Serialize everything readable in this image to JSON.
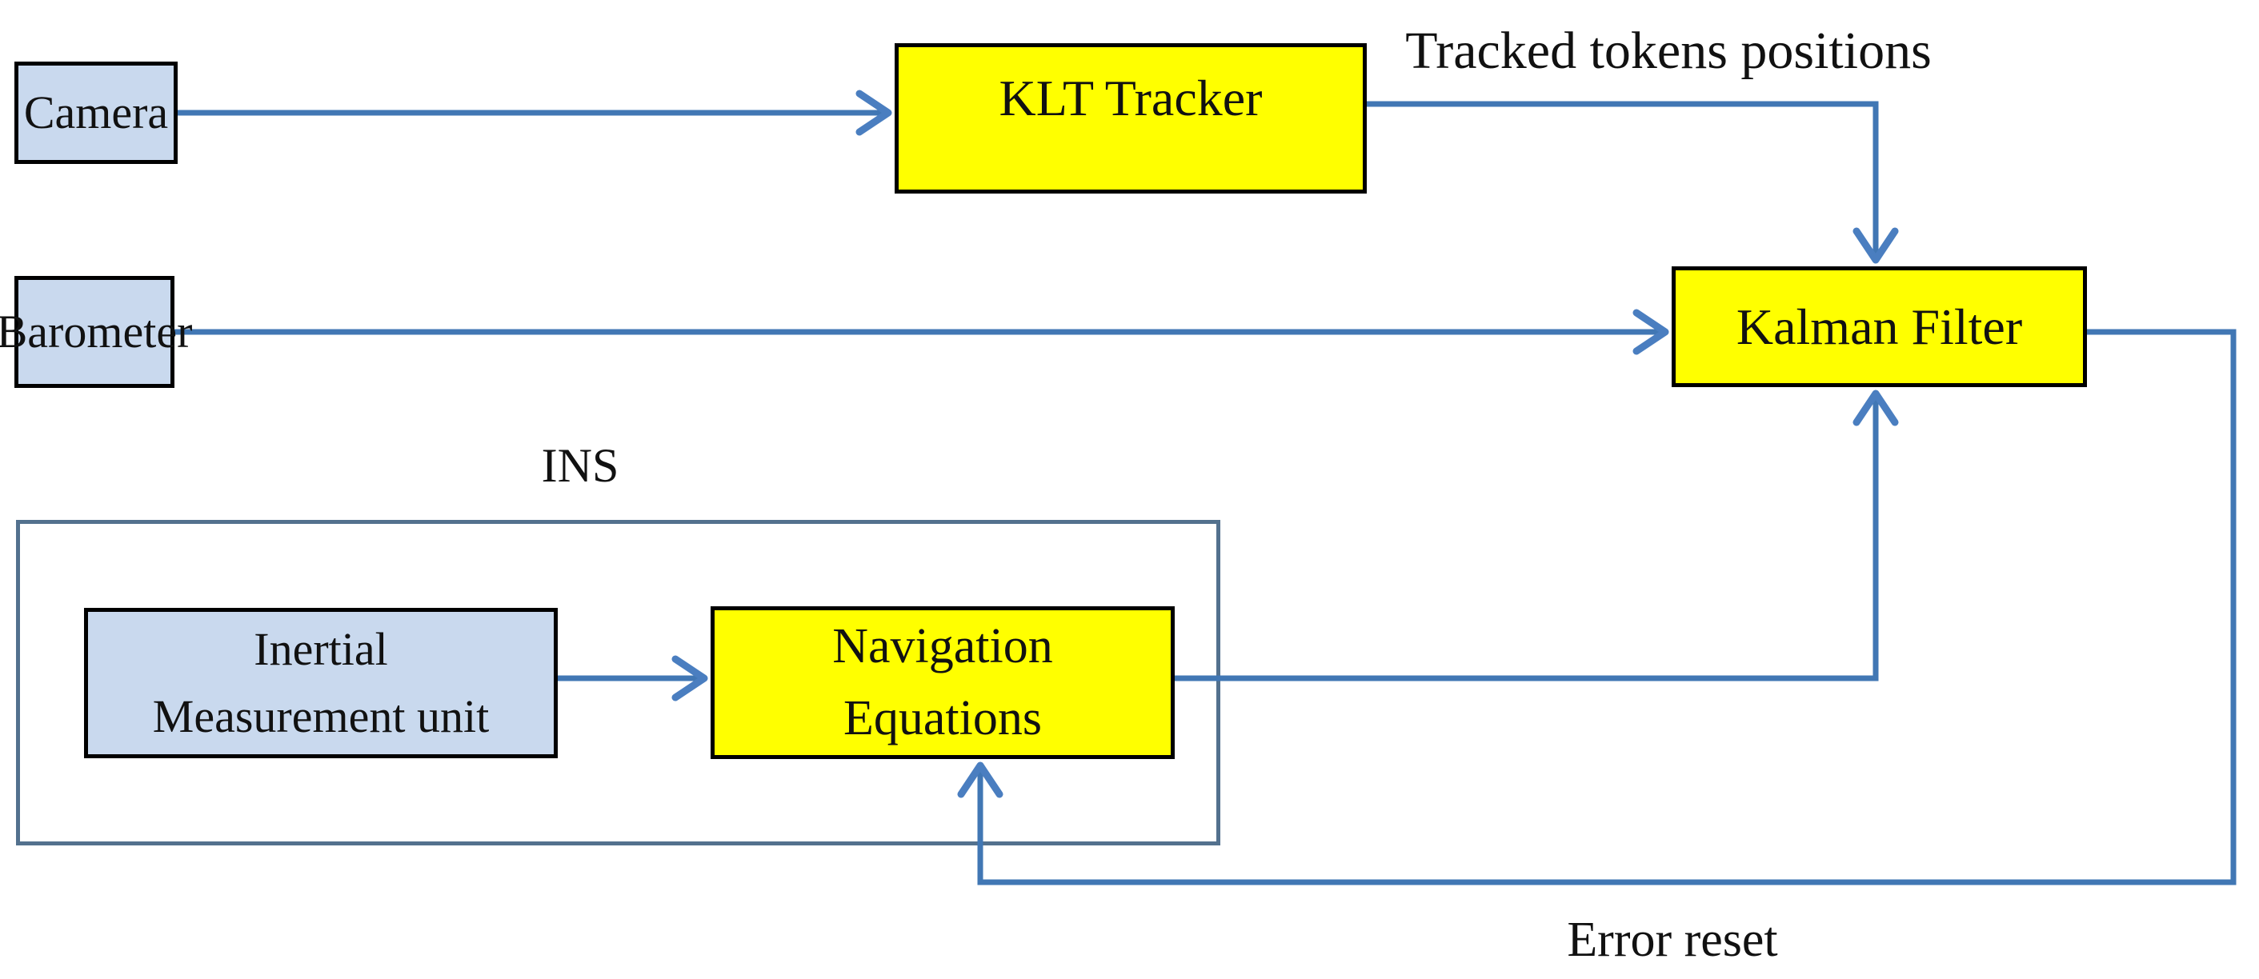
{
  "nodes": {
    "camera": {
      "label": "Camera",
      "type": "sensor"
    },
    "barometer": {
      "label": "Barometer",
      "type": "sensor"
    },
    "imu": {
      "line1": "Inertial",
      "line2": "Measurement unit",
      "type": "sensor"
    },
    "klt": {
      "label": "KLT Tracker",
      "type": "process"
    },
    "kalman": {
      "label": "Kalman Filter",
      "type": "process"
    },
    "naveq": {
      "line1": "Navigation",
      "line2": "Equations",
      "type": "process"
    }
  },
  "labels": {
    "tracked": "Tracked tokens positions",
    "ins": "INS",
    "error_reset": "Error reset"
  },
  "groups": [
    {
      "id": "ins",
      "label": "INS",
      "members": [
        "imu",
        "naveq"
      ]
    }
  ],
  "edges": [
    {
      "from": "camera",
      "to": "klt",
      "label": ""
    },
    {
      "from": "klt",
      "to": "kalman",
      "label": "Tracked tokens positions"
    },
    {
      "from": "barometer",
      "to": "kalman",
      "label": ""
    },
    {
      "from": "imu",
      "to": "naveq",
      "label": ""
    },
    {
      "from": "naveq",
      "to": "kalman",
      "label": ""
    },
    {
      "from": "kalman",
      "to": "naveq",
      "label": "Error reset"
    }
  ],
  "colors": {
    "background": "#FFFFFF",
    "text": "#111111",
    "sensor_box_fill": "#C9D9EE",
    "process_box_fill": "#FFFF00",
    "box_border": "#000000",
    "arrow": "#4177B4",
    "arrowhead": "#4A7EC0",
    "ins_group_border": "#53718E"
  }
}
